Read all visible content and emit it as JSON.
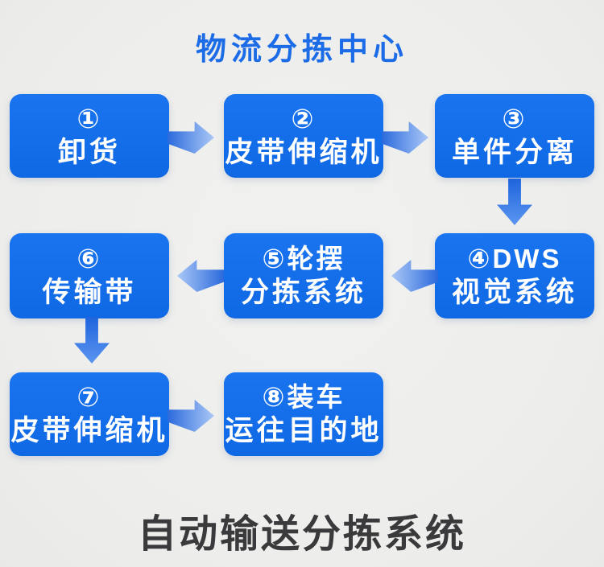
{
  "header": {
    "title": "物流分拣中心"
  },
  "footer": {
    "title": "自动输送分拣系统"
  },
  "colors": {
    "background": "#ededeb",
    "node_blue": "#146de9",
    "top_title_blue": "#1c6ce8",
    "bottom_title_dark": "#3a3a3c",
    "arrow_dark": "#2b6add",
    "arrow_light": "#abc8f6",
    "node_text": "#ffffff"
  },
  "flow": {
    "nodes": [
      {
        "step": 1,
        "line1": "①",
        "line2": "卸货"
      },
      {
        "step": 2,
        "line1": "②",
        "line2": "皮带伸缩机"
      },
      {
        "step": 3,
        "line1": "③",
        "line2": "单件分离"
      },
      {
        "step": 4,
        "line1": "④DWS",
        "line2": "视觉系统"
      },
      {
        "step": 5,
        "line1": "⑤轮摆",
        "line2": "分拣系统"
      },
      {
        "step": 6,
        "line1": "⑥",
        "line2": "传输带"
      },
      {
        "step": 7,
        "line1": "⑦",
        "line2": "皮带伸缩机"
      },
      {
        "step": 8,
        "line1": "⑧装车",
        "line2": "运往目的地"
      }
    ],
    "arrows": [
      {
        "from": 1,
        "to": 2,
        "direction": "right"
      },
      {
        "from": 2,
        "to": 3,
        "direction": "right"
      },
      {
        "from": 3,
        "to": 4,
        "direction": "down"
      },
      {
        "from": 4,
        "to": 5,
        "direction": "left"
      },
      {
        "from": 5,
        "to": 6,
        "direction": "left"
      },
      {
        "from": 6,
        "to": 7,
        "direction": "down"
      },
      {
        "from": 7,
        "to": 8,
        "direction": "right"
      }
    ]
  }
}
